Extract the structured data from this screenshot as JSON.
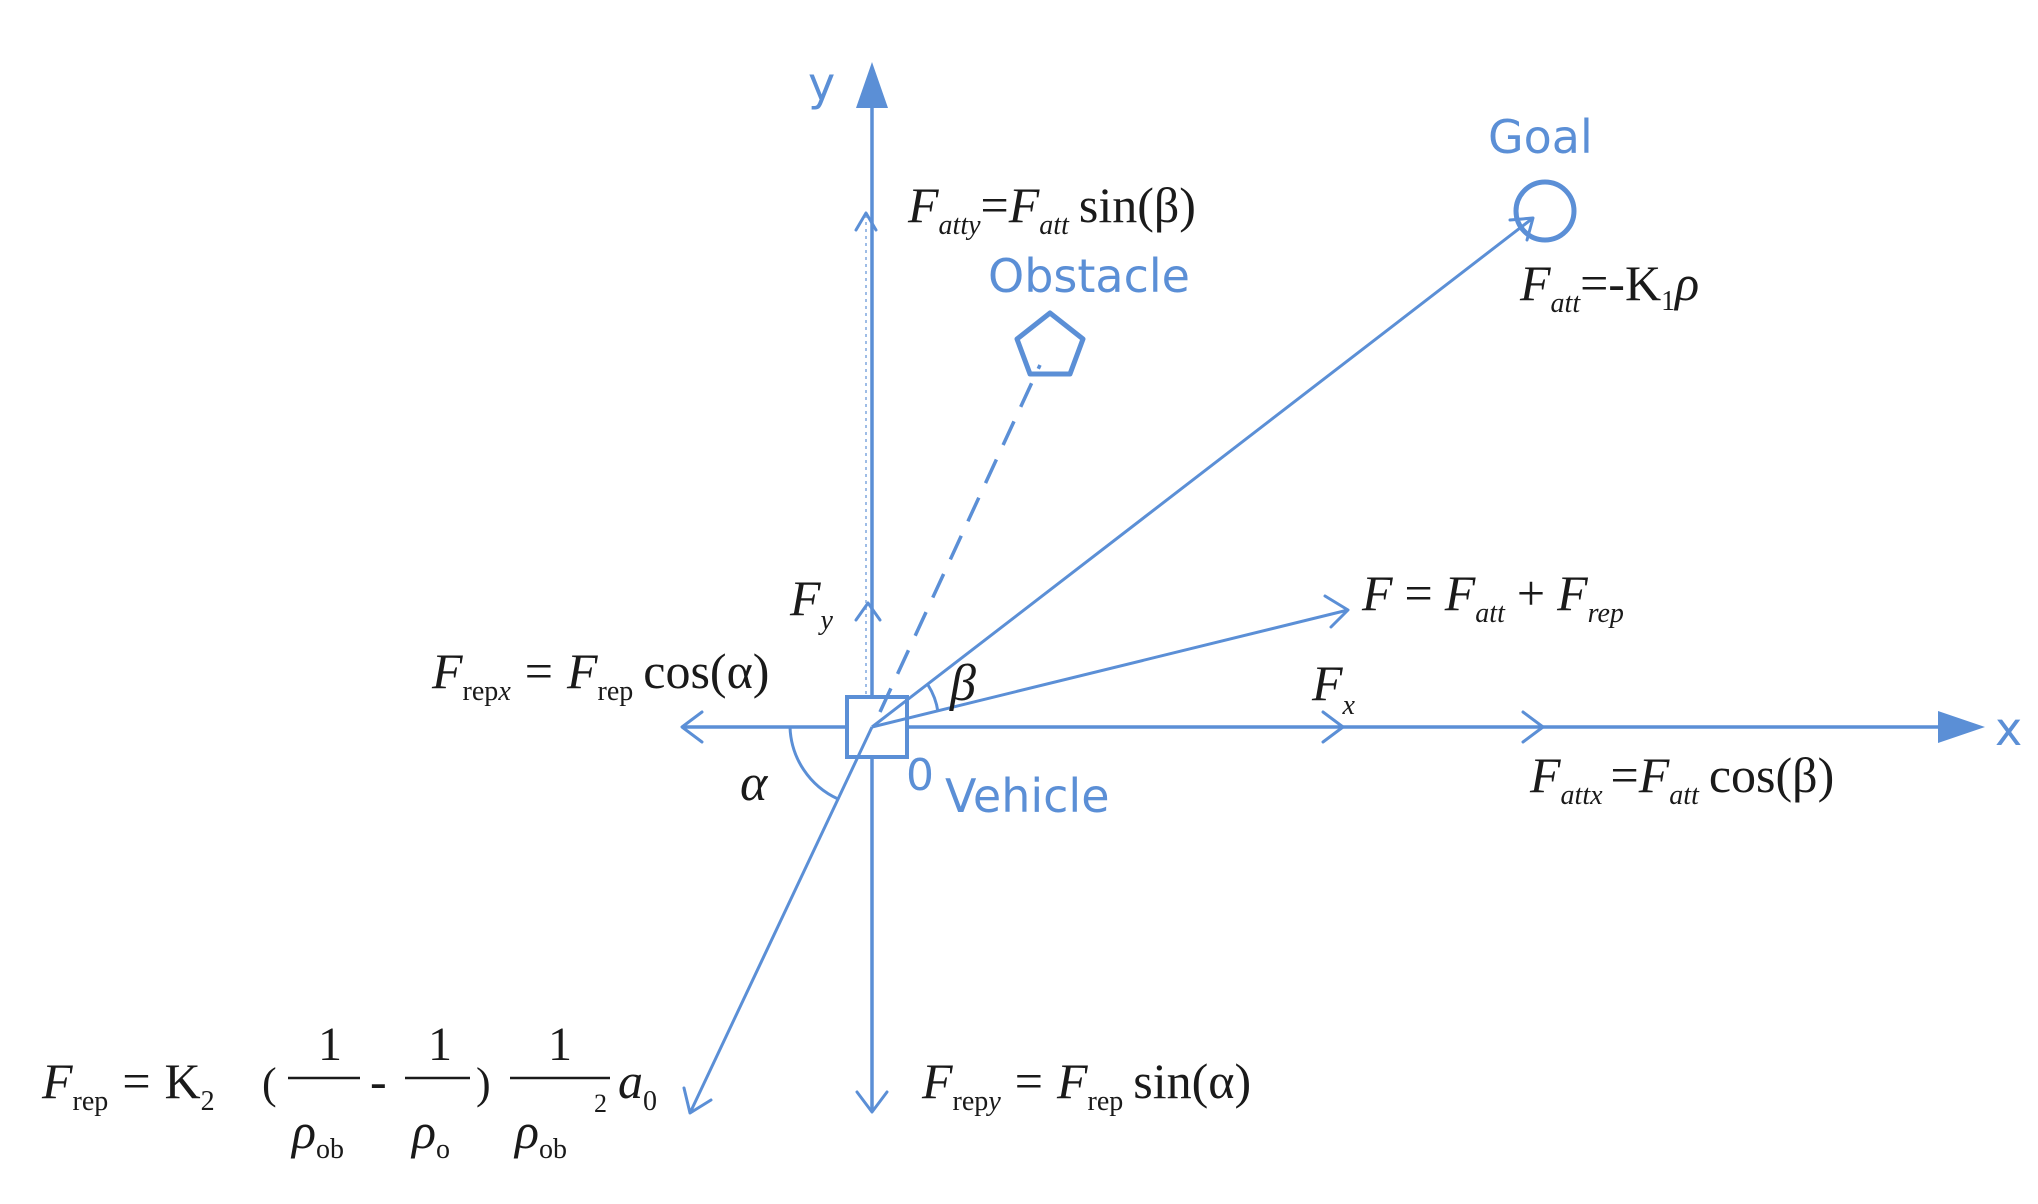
{
  "labels": {
    "x_axis": "x",
    "y_axis": "y",
    "goal": "Goal",
    "obstacle": "Obstacle",
    "vehicle": "Vehicle",
    "origin": "0",
    "alpha": "α",
    "beta": "β"
  },
  "equations": {
    "f_att_y": {
      "F1": "F",
      "s1": "atty",
      "eq": "=",
      "F2": "F",
      "s2": "att",
      "tail": "sin(β)"
    },
    "f_att": {
      "F": "F",
      "s": "att",
      "eq": "=-K",
      "k_sub": "1",
      "rho": "ρ"
    },
    "f_total": {
      "F": "F",
      "eq": "=",
      "F1": "F",
      "s1": "att",
      "plus": "+",
      "F2": "F",
      "s2": "rep"
    },
    "f_y": {
      "F": "F",
      "s": "y"
    },
    "f_x": {
      "F": "F",
      "s": "x"
    },
    "f_rep_x": {
      "F1": "F",
      "s1": "rep",
      "s1b": "x",
      "eq": "=",
      "F2": "F",
      "s2": "rep",
      "tail": "cos(α)"
    },
    "f_att_x": {
      "F1": "F",
      "s1": "attx",
      "eq": "=",
      "F2": "F",
      "s2": "att",
      "tail": "cos(β)"
    },
    "f_rep_y": {
      "F1": "F",
      "s1": "rep",
      "s1b": "y",
      "eq": "=",
      "F2": "F",
      "s2": "rep",
      "tail": "sin(α)"
    },
    "f_rep": {
      "F": "F",
      "s": "rep",
      "eq": "=",
      "k": "K",
      "k_sub": "2",
      "open": "(",
      "one": "1",
      "minus": "-",
      "close": ")",
      "rho": "ρ",
      "ob": "ob",
      "o": "o",
      "sq": "2",
      "a": "a",
      "a_sub": "0"
    }
  },
  "colors": {
    "accent": "#5b8fd6",
    "text": "#1a1a1a"
  }
}
